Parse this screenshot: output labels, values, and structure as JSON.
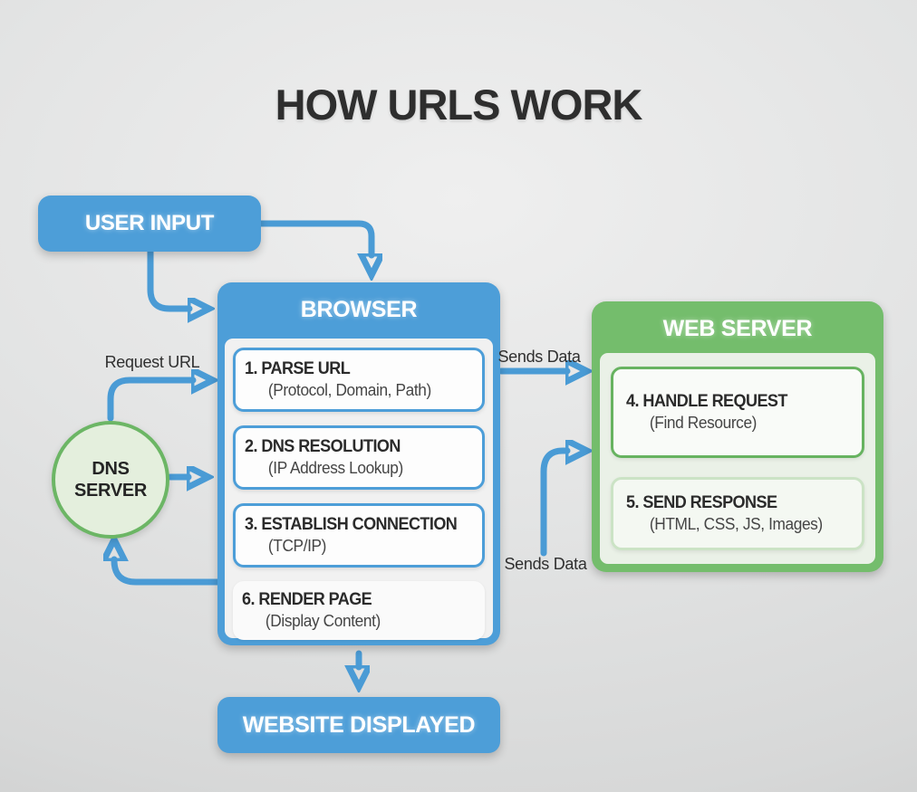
{
  "title": "HOW URLS WORK",
  "colors": {
    "accent_blue": "#4d9ed8",
    "accent_green": "#74bd6c",
    "dns_fill": "#e4efdd",
    "dns_border": "#6cb665",
    "browser_panel": "#f1f1f1",
    "server_panel": "#eaf1e7",
    "background": "#e3e4e4",
    "title_text": "#2e2e2e"
  },
  "nodes": {
    "user_input": {
      "label": "USER INPUT"
    },
    "browser": {
      "label": "BROWSER",
      "steps": [
        {
          "title": "1. PARSE URL",
          "subtitle": "(Protocol, Domain, Path)"
        },
        {
          "title": "2. DNS RESOLUTION",
          "subtitle": "(IP Address Lookup)"
        },
        {
          "title": "3. ESTABLISH CONNECTION",
          "subtitle": "(TCP/IP)"
        },
        {
          "title": "6. RENDER PAGE",
          "subtitle": "(Display Content)"
        }
      ]
    },
    "web_server": {
      "label": "WEB SERVER",
      "steps": [
        {
          "title": "4. HANDLE REQUEST",
          "subtitle": "(Find Resource)"
        },
        {
          "title": "5. SEND RESPONSE",
          "subtitle": "(HTML, CSS, JS, Images)"
        }
      ]
    },
    "dns_server": {
      "label": "DNS SERVER"
    },
    "website_displayed": {
      "label": "WEBSITE DISPLAYED"
    }
  },
  "edge_labels": {
    "request_url": "Request URL",
    "sends_data_top": "Sends Data",
    "sends_data_bottom": "Sends Data"
  }
}
